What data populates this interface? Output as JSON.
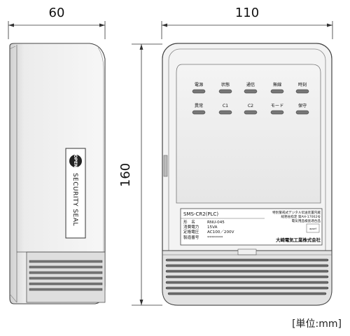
{
  "dimensions": {
    "depth": "60",
    "width": "110",
    "height": "160"
  },
  "seal_label": "SECURITY SEAL",
  "seal_logo": "OPEN",
  "indicators": {
    "row1": [
      "電源",
      "状態",
      "通信",
      "無線",
      "時刻"
    ],
    "row2": [
      "異常",
      "C1",
      "C2",
      "モード",
      "保守"
    ]
  },
  "nameplate": {
    "model": "SMS-CR2(PLC)",
    "cert_lines": [
      "特別警戒式デジタル伝送装置内蔵",
      "総務省指定 第AH-17002号",
      "電気用品検査適合品"
    ],
    "specs": [
      {
        "key": "形　名",
        "value": "RNU-045"
      },
      {
        "key": "消費電力",
        "value": "15VA"
      },
      {
        "key": "定格電圧",
        "value": "AC100／200V"
      },
      {
        "key": "製造番号",
        "value": "********"
      }
    ],
    "maker": "大崎電気工業株式会社",
    "mark": "apsef"
  },
  "unit_label": "[単位:mm]"
}
